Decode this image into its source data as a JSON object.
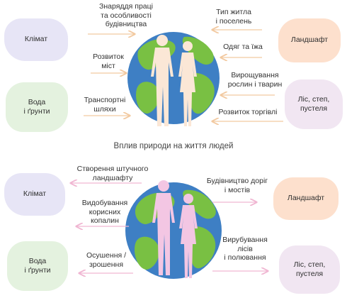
{
  "top": {
    "blobs": {
      "climate": "Клімат",
      "water": "Вода\nі ґрунти",
      "landscape": "Ландшафт",
      "forest": "Ліс, степ,\nпустеля"
    },
    "left_labels": [
      "Знаряддя праці\nта особливості\nбудівництва",
      "Розвиток\nміст",
      "Транспортні\nшляхи"
    ],
    "right_labels": [
      "Тип житла\nі поселень",
      "Одяг та їжа",
      "Вирощування\nрослин і тварин",
      "Розвиток торгівлі"
    ]
  },
  "caption": "Вплив природи на життя людей",
  "bottom": {
    "blobs": {
      "climate": "Клімат",
      "water": "Вода\nі ґрунти",
      "landscape": "Ландшафт",
      "forest": "Ліс, степ,\nпустеля"
    },
    "left_labels": [
      "Створення штучного\nландшафту",
      "Видобування\nкорисних\nкопалин",
      "Осушення /\nзрошення"
    ],
    "right_labels": [
      "Будівництво доріг\nі мостів",
      "Вирубування\nлісів\nі полювання"
    ]
  },
  "colors": {
    "ocean": "#3e7fc4",
    "land": "#79c043",
    "arrow_top": "#f2c9a0",
    "arrow_bottom": "#f0b6d2",
    "climate_blob": "#e7e5f6",
    "water_blob": "#e4f2df",
    "landscape_blob": "#fde0cd",
    "forest_blob": "#f1e6f2",
    "human_top": "#fbe7d6",
    "human_bottom": "#f3c6e3"
  }
}
